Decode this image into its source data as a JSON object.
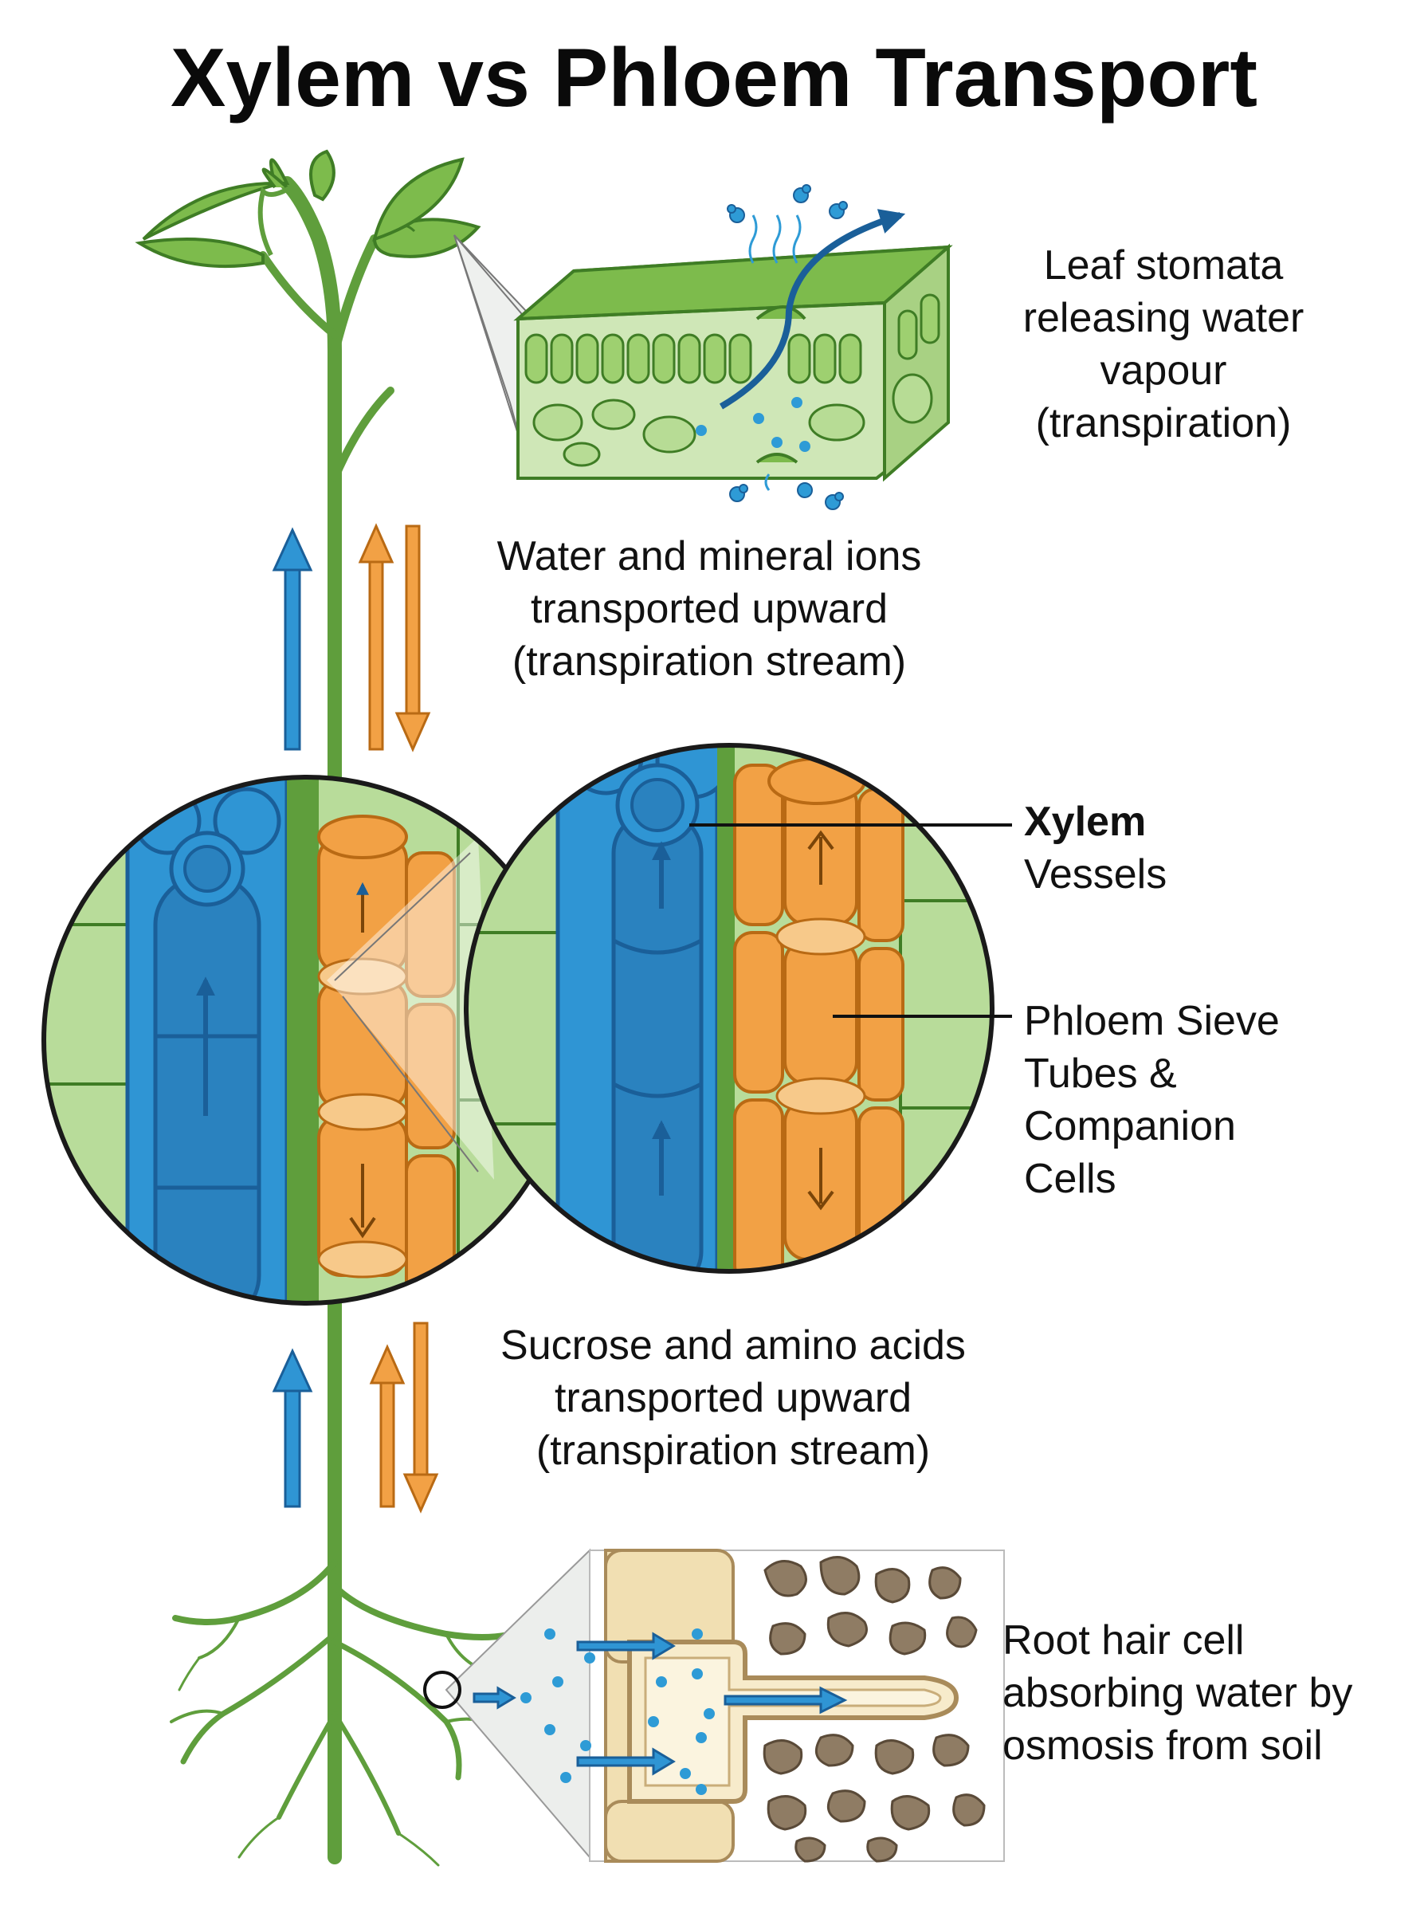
{
  "title": "Xylem vs Phloem Transport",
  "labels": {
    "leaf": [
      "Leaf stomata",
      "releasing water",
      "vapour",
      "(transpiration)"
    ],
    "upper_stream": [
      "Water and mineral ions",
      "transported upward",
      "(transpiration stream)"
    ],
    "xylem_title": "Xylem",
    "xylem_sub": "Vessels",
    "phloem": [
      "Phloem Sieve",
      "Tubes &",
      "Companion",
      "Cells"
    ],
    "lower_stream": [
      "Sucrose and amino acids",
      "transported upward",
      "(transpiration stream)"
    ],
    "root": [
      "Root hair cell",
      "absorbing water by",
      "osmosis from soil"
    ]
  },
  "colors": {
    "xylem": "#2f95d4",
    "xylem_dark": "#1a5f99",
    "phloem": "#f2a145",
    "phloem_dark": "#b96a14",
    "plant_green": "#5f9e3c",
    "tissue_green": "#b8dc9a",
    "root_tan": "#f1dfb2",
    "soil": "#8f7c64",
    "water_dot": "#2e9bd6"
  },
  "icons": {
    "xylem_flow": "arrow-up-icon",
    "phloem_flow": "arrow-up-down-icon",
    "water_vapour": "water-molecule-icon",
    "water_uptake": "arrow-right-icon",
    "sieve_plate": "sieve-plate-icon"
  }
}
